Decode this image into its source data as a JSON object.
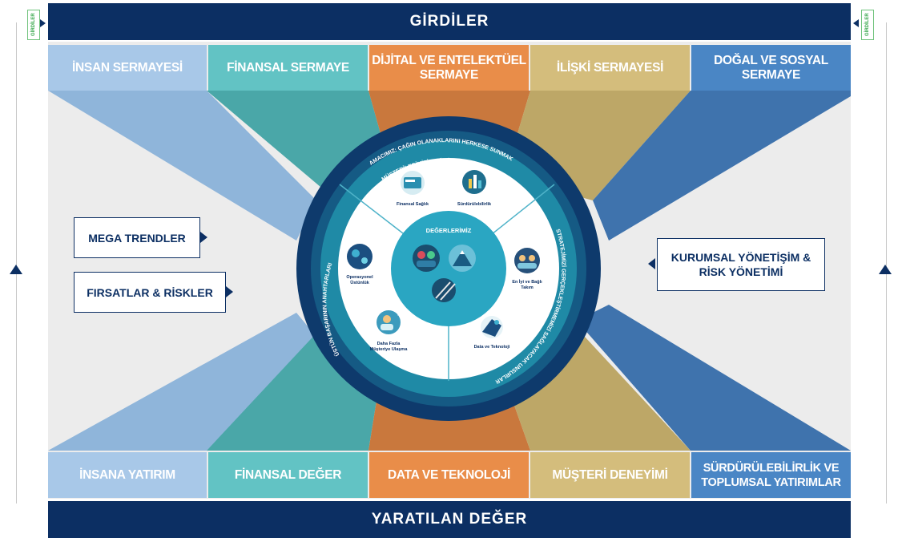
{
  "header": {
    "title": "GİRDİLER"
  },
  "footer": {
    "title": "YARATILAN DEĞER"
  },
  "side_tags": {
    "left": "GİRDİLER",
    "right": "GİRDİLER"
  },
  "inputs": [
    {
      "label": "İNSAN SERMAYESİ",
      "color": "#a8c8e8"
    },
    {
      "label": "FİNANSAL SERMAYE",
      "color": "#62c3c4"
    },
    {
      "label": "DİJİTAL VE ENTELEKTÜEL\nSERMAYE",
      "color": "#e98d49"
    },
    {
      "label": "İLİŞKİ SERMAYESİ",
      "color": "#d4bd7c"
    },
    {
      "label": "DOĞAL VE SOSYAL\nSERMAYE",
      "color": "#4a86c5"
    }
  ],
  "outputs": [
    {
      "label": "İNSANA YATIRIM",
      "color": "#a8c8e8"
    },
    {
      "label": "FİNANSAL DEĞER",
      "color": "#62c3c4"
    },
    {
      "label": "DATA VE TEKNOLOJİ",
      "color": "#e98d49"
    },
    {
      "label": "MÜŞTERİ DENEYİMİ",
      "color": "#d4bd7c"
    },
    {
      "label": "SÜRDÜRÜLEBİLİRLİK VE\nTOPLUMSAL YATIRIMLAR",
      "color": "#4a86c5"
    }
  ],
  "left_callouts": [
    "MEGA TRENDLER",
    "FIRSATLAR & RİSKLER"
  ],
  "right_callout": "KURUMSAL YÖNETİŞİM &\nRİSK YÖNETİMİ",
  "wheel": {
    "outer_ring_text": "AMACIMIZ: ÇAĞIN OLANAKLARINI HERKESE SUNMAK",
    "second_ring_text": "MÜŞTERİLERİMİZİN GÖZÜNDE FARKLILAŞMA",
    "right_ring_text": "STRATEJİMİZİ GERÇEKLEŞTİRMEMİZİ SAĞLAYACAK UNSURLAR",
    "left_ring_text": "ÜSTÜN BAŞARININ ANAHTARLARI",
    "center_title": "DEĞERLERİMİZ",
    "segments": [
      {
        "label": "Finansal Sağlık",
        "icon": "financial-health-icon"
      },
      {
        "label": "Sürdürülebilirlik",
        "icon": "sustainability-icon"
      },
      {
        "label": "En İyi ve Bağlı\nTakım",
        "icon": "best-team-icon"
      },
      {
        "label": "Data ve Teknoloji",
        "icon": "data-technology-icon"
      },
      {
        "label": "Daha Fazla\nMüşteriye Ulaşma",
        "icon": "customer-reach-icon"
      },
      {
        "label": "Operasyonel\nÜstünlük",
        "icon": "operational-excellence-icon"
      }
    ]
  }
}
